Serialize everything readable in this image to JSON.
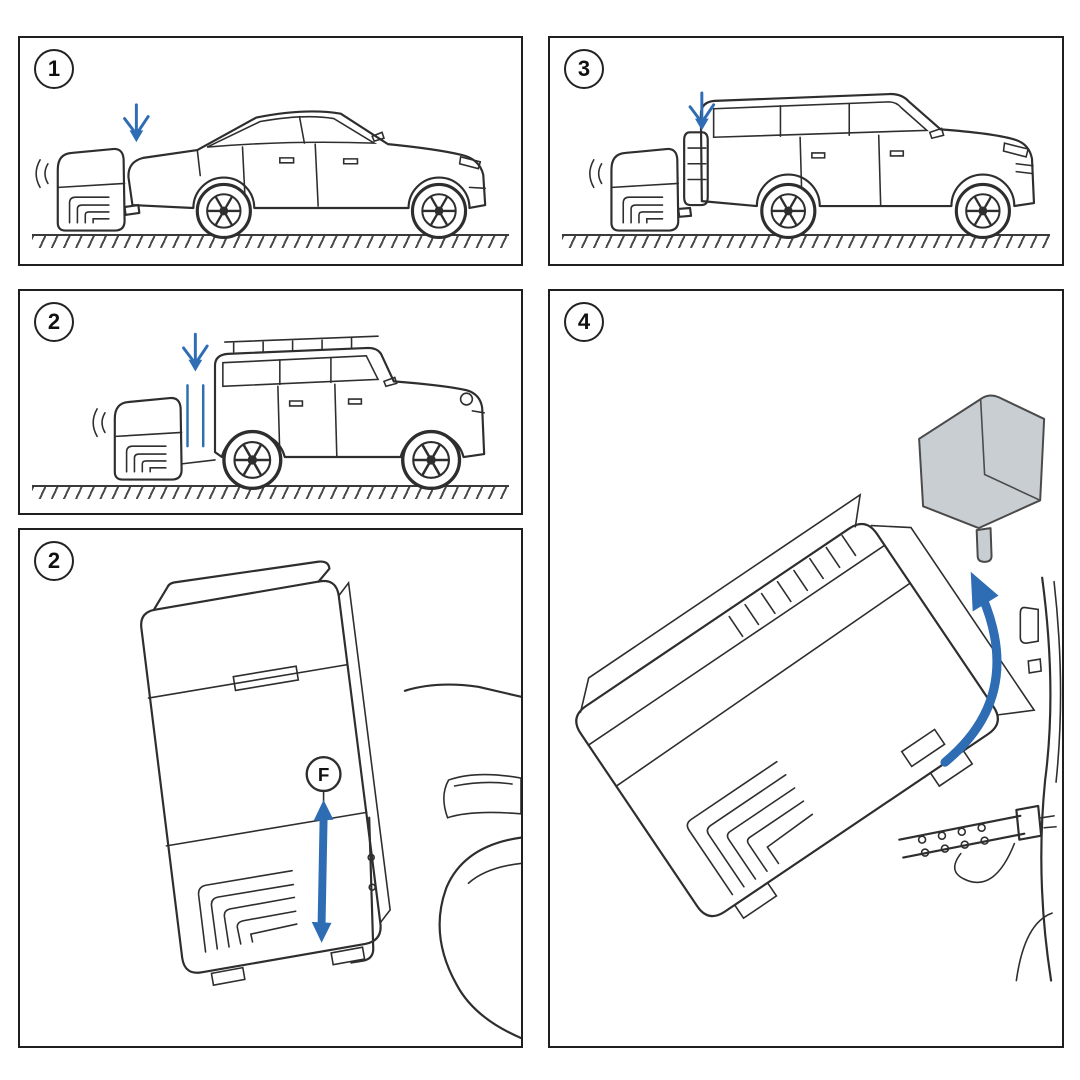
{
  "document": {
    "kind": "cargo-carrier installation instruction sheet",
    "visible_text_only": true
  },
  "colors": {
    "background": "#ffffff",
    "line": "#2e2e2e",
    "panel_border": "#1f1f1f",
    "accent_blue": "#2e6db4",
    "shade_gray": "#c9ced3"
  },
  "panels": {
    "p1": {
      "step": "1"
    },
    "p3": {
      "step": "3"
    },
    "p2a": {
      "step": "2"
    },
    "p2b": {
      "step": "2",
      "marker": "F"
    },
    "p4": {
      "step": "4"
    }
  }
}
